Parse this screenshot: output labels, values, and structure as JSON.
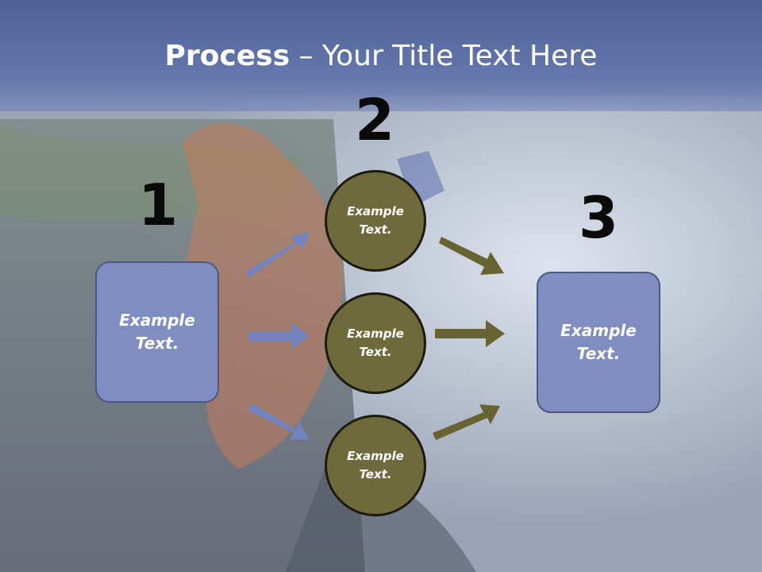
{
  "title": {
    "bold": "Process",
    "rest": " – Your Title Text Here"
  },
  "steps": [
    {
      "number": "1"
    },
    {
      "number": "2"
    },
    {
      "number": "3"
    }
  ],
  "left_box": {
    "text": "Example Text."
  },
  "right_box": {
    "text": "Example Text."
  },
  "circles": [
    {
      "text": "Example Text."
    },
    {
      "text": "Example Text."
    },
    {
      "text": "Example Text."
    }
  ],
  "colors": {
    "title_bar": "#5a6ca3",
    "box_fill": "#7f8dc0",
    "circle_fill": "#6e6a3c",
    "arrow_in": "#7383c0",
    "arrow_out": "#676332"
  }
}
